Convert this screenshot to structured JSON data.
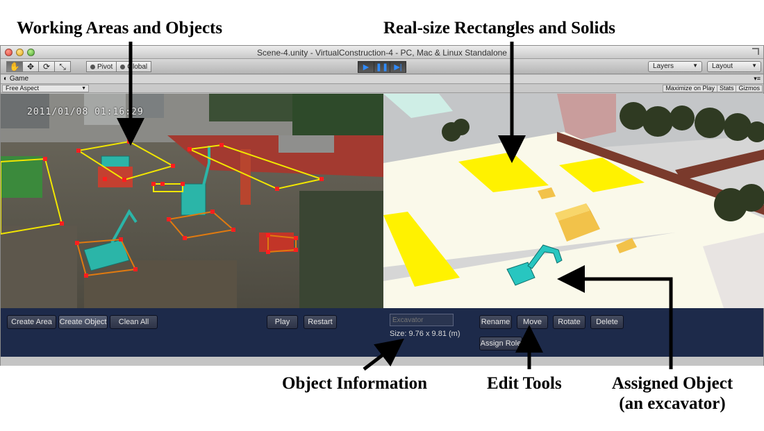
{
  "annotations": {
    "working_areas": "Working Areas and Objects",
    "real_size": "Real-size Rectangles and Solids",
    "object_info": "Object Information",
    "edit_tools": "Edit Tools",
    "assigned_object_line1": "Assigned Object",
    "assigned_object_line2": "(an excavator)"
  },
  "window": {
    "title": "Scene-4.unity - VirtualConstruction-4 - PC, Mac & Linux Standalone"
  },
  "toolbar": {
    "tools": [
      "hand-icon",
      "move-icon",
      "rotate-icon",
      "scale-icon"
    ],
    "pivot_label": "Pivot",
    "global_label": "Global",
    "layers_label": "Layers",
    "layout_label": "Layout"
  },
  "game_panel": {
    "tab_label": "Game",
    "aspect": "Free Aspect",
    "maximize_label": "Maximize on Play",
    "stats_label": "Stats",
    "gizmos_label": "Gizmos"
  },
  "camera": {
    "timestamp": "2011/01/08 01:16:29"
  },
  "controls": {
    "create_area": "Create Area",
    "create_object": "Create Object",
    "clean_all": "Clean All",
    "play": "Play",
    "restart": "Restart",
    "name_placeholder": "Excavator",
    "size_text": "Size: 9.76 x 9.81 (m)",
    "rename": "Rename",
    "move": "Move",
    "rotate": "Rotate",
    "delete": "Delete",
    "assign_role": "Assign Role"
  },
  "colors": {
    "panel_bg": "#1d2a4a",
    "area_yellow": "#f2e600",
    "object_orange": "#e07a10",
    "corner_red": "#ff1e1e",
    "play_blue": "#2f8bff"
  }
}
